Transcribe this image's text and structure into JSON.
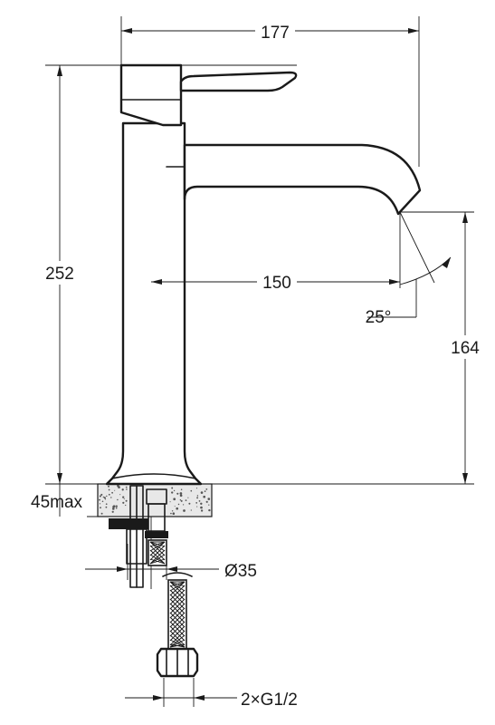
{
  "drawing": {
    "dimensions": {
      "overall_width": "177",
      "overall_height": "252",
      "spout_reach": "150",
      "spout_height": "164",
      "spout_angle": "25°",
      "max_counter_thickness": "45max",
      "mounting_hole": "Ø35",
      "connections": "2×G1/2"
    },
    "colors": {
      "line": "#1a1a1a",
      "counter_fill": "#e8e8e8",
      "background": "#ffffff"
    }
  }
}
